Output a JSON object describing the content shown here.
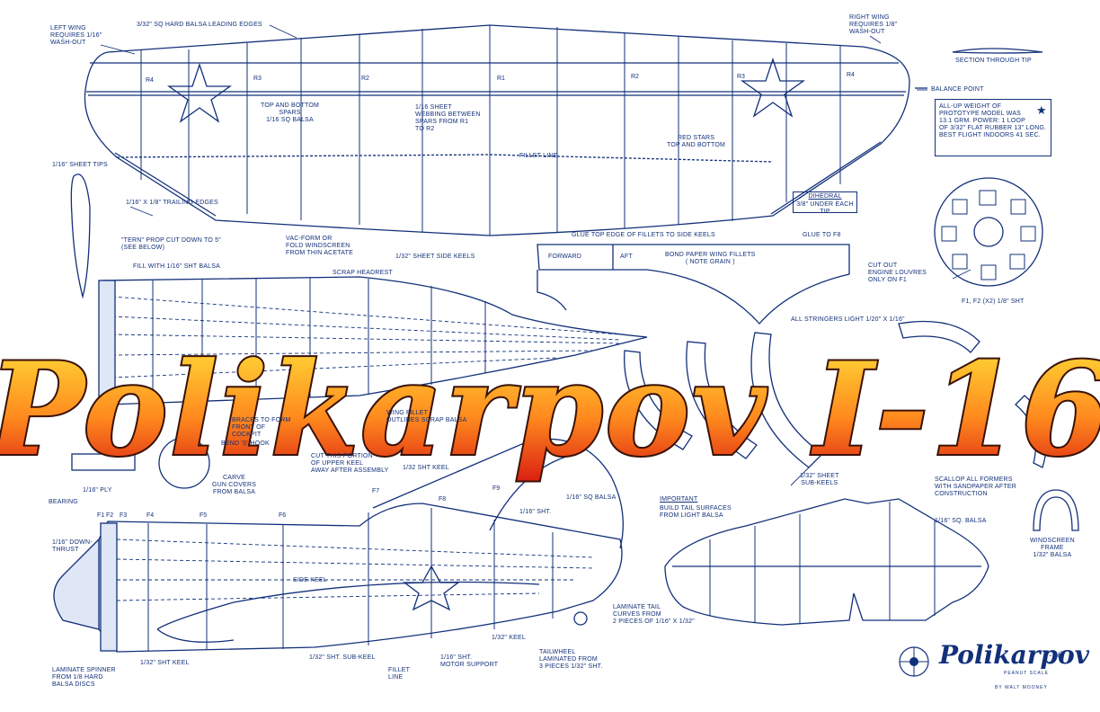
{
  "title": {
    "main": "Polikarpov I-16"
  },
  "logo": {
    "wordmark": "Polikarpov",
    "model": "I-16",
    "subtitle": "PEANUT SCALE",
    "author": "BY WALT MOONEY"
  },
  "wing_labels": {
    "leading_edges": "3/32\" SQ HARD BALSA LEADING EDGES",
    "left_wing_washout": "LEFT WING\nREQUIRES 1/16\"\nWASH-OUT",
    "right_wing_washout": "RIGHT WING\nREQUIRES 1/8\"\nWASH-OUT",
    "section_tip": "SECTION THROUGH TIP",
    "balance_point": "BALANCE POINT",
    "spars": "TOP AND BOTTOM\nSPARS\n1/16 SQ BALSA",
    "webbing": "1/16 SHEET\nWEBBING BETWEEN\nSPARS FROM R1\nTO R2",
    "red_stars": "RED STARS\nTOP AND BOTTOM",
    "fillet_line": "FILLET LINE",
    "sheet_tips": "1/16\" SHEET TIPS",
    "trailing_edges": "1/16\" X 1/8\" TRAILING EDGES",
    "dihedral_title": "DIHEDRAL",
    "dihedral_value": "3/8\" UNDER EACH TIP",
    "ribs": [
      "R4",
      "R3",
      "R2",
      "R1",
      "R2",
      "R3",
      "R4"
    ]
  },
  "note": {
    "text": "ALL-UP WEIGHT OF\nPROTOTYPE MODEL WAS\n13.1 GRM. POWER: 1 LOOP\nOF 3/32\" FLAT RUBBER 13\" LONG.\nBEST FLIGHT INDOORS 41 SEC.",
    "star": "★"
  },
  "fuselage_labels": {
    "prop": "\"TERN\" PROP CUT DOWN TO 5\"\n(SEE BELOW)",
    "fill_sheet": "FILL WITH 1/16\" SHT BALSA",
    "vacform": "VAC-FORM OR\nFOLD WINDSCREEN\nFROM THIN ACETATE",
    "side_keels": "1/32\" SHEET SIDE KEELS",
    "headrest": "SCRAP HEADREST",
    "glue_fillets": "GLUE TOP EDGE OF FILLETS TO SIDE KEELS",
    "glue_f8": "GLUE TO F8",
    "forward": "FORWARD",
    "aft": "AFT",
    "bond_paper": "BOND PAPER WING FILLETS\n( NOTE GRAIN )",
    "cut_louvres": "CUT OUT\nENGINE LOUVRES\nONLY ON F1",
    "formers_sheet": "F1, F2 (X2) 1/8\" SHT",
    "stringers": "ALL STRINGERS LIGHT 1/20\" X 1/16\"",
    "braces": "BRACES TO FORM\nFRONT OF\nCOCKPIT",
    "wing_fillet": "WING FILLET\nOUTLINES SCRAP BALSA",
    "bend_hook": "BEND 'S' HOOK",
    "ply": "1/16\" PLY",
    "bearing": "BEARING",
    "carve_gun": "CARVE\nGUN COVERS\nFROM BALSA",
    "cut_upper_keel": "CUT THIS PORTION\nOF UPPER KEEL\nAWAY AFTER ASSEMBLY",
    "upper_keel": "1/32 SHT KEEL",
    "f_labels": [
      "F1",
      "F2",
      "F3",
      "F4",
      "F5",
      "F6",
      "F7",
      "F8",
      "F9"
    ],
    "sq_balsa": "1/16\" SQ BALSA",
    "sht": "1/16\" SHT.",
    "down_thrust": "1/16\" DOWN-\nTHRUST",
    "side_keel": "SIDE KEEL",
    "sub_keel": "1/32\" SHT. SUB-KEEL",
    "keel_bottom": "1/32\" SHT KEEL",
    "keel_132": "1/32\" KEEL",
    "fillet_line2": "FILLET\nLINE",
    "motor_support": "1/16\" SHT.\nMOTOR SUPPORT",
    "tailwheel": "TAILWHEEL\nLAMINATED FROM\n3 PIECES 1/32\" SHT.",
    "laminate_tail": "LAMINATE TAIL\nCURVES FROM\n2 PIECES OF 1/16\" X 1/32\"",
    "spinner": "LAMINATE SPINNER\nFROM 1/8 HARD\nBALSA DISCS",
    "important": "IMPORTANT",
    "build_tail": "BUILD TAIL SURFACES\nFROM LIGHT BALSA",
    "sub_keels": "1/32\" SHEET\nSUB-KEELS",
    "scallop": "SCALLOP ALL FORMERS\nWITH SANDPAPER AFTER\nCONSTRUCTION",
    "tail_sq": "1/16\" SQ. BALSA",
    "windscreen_frame": "WINDSCREEN\nFRAME\n1/32\" BALSA",
    "f3": "F3",
    "f3_sht": "1/16\" SHT",
    "f4": "F4",
    "f9": "F9"
  },
  "colors": {
    "line": "#12307a",
    "title_top": "#ffe23a",
    "title_mid": "#ff8a1e",
    "title_bottom": "#d81a10",
    "title_outline": "#3a1208"
  }
}
